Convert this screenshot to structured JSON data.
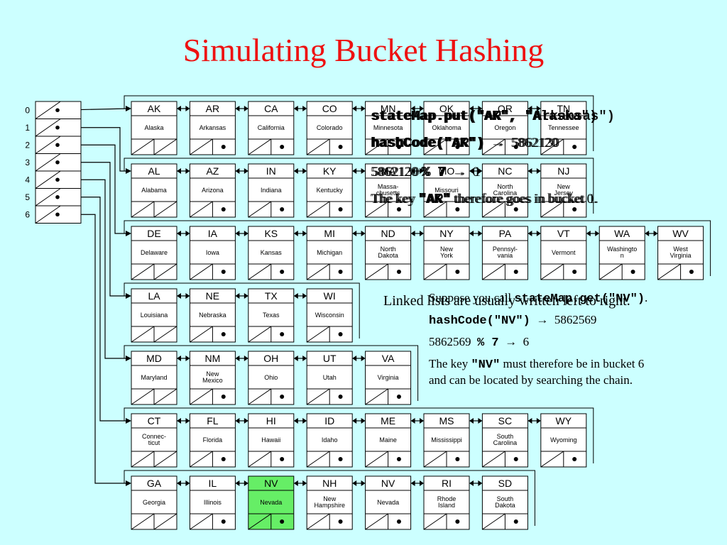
{
  "title": "Simulating Bucket Hashing",
  "colors": {
    "background": "#ccffff",
    "title": "#ee1111",
    "highlight": "#66ee66",
    "text": "#000000"
  },
  "table": {
    "indices": [
      "0",
      "1",
      "2",
      "3",
      "4",
      "5",
      "6"
    ]
  },
  "buckets": [
    [
      {
        "abbr": "AK",
        "name": [
          "Alaska"
        ]
      },
      {
        "abbr": "AR",
        "name": [
          "Arkansas"
        ]
      },
      {
        "abbr": "CA",
        "name": [
          "California"
        ]
      },
      {
        "abbr": "CO",
        "name": [
          "Colorado"
        ]
      },
      {
        "abbr": "MN",
        "name": [
          "Minnesota"
        ]
      },
      {
        "abbr": "OK",
        "name": [
          "Oklahoma"
        ]
      },
      {
        "abbr": "OR",
        "name": [
          "Oregon"
        ]
      },
      {
        "abbr": "TN",
        "name": [
          "Tennessee"
        ]
      }
    ],
    [
      {
        "abbr": "AL",
        "name": [
          "Alabama"
        ]
      },
      {
        "abbr": "AZ",
        "name": [
          "Arizona"
        ]
      },
      {
        "abbr": "IN",
        "name": [
          "Indiana"
        ]
      },
      {
        "abbr": "KY",
        "name": [
          "Kentucky"
        ]
      },
      {
        "abbr": "MA",
        "name": [
          "Massa-",
          "chusetts"
        ]
      },
      {
        "abbr": "MO",
        "name": [
          "Missouri"
        ]
      },
      {
        "abbr": "NC",
        "name": [
          "North",
          "Carolina"
        ]
      },
      {
        "abbr": "NJ",
        "name": [
          "New",
          "Jersey"
        ]
      }
    ],
    [
      {
        "abbr": "DE",
        "name": [
          "Delaware"
        ]
      },
      {
        "abbr": "IA",
        "name": [
          "Iowa"
        ]
      },
      {
        "abbr": "KS",
        "name": [
          "Kansas"
        ]
      },
      {
        "abbr": "MI",
        "name": [
          "Michigan"
        ]
      },
      {
        "abbr": "ND",
        "name": [
          "North",
          "Dakota"
        ]
      },
      {
        "abbr": "NY",
        "name": [
          "New",
          "York"
        ]
      },
      {
        "abbr": "PA",
        "name": [
          "Pennsyl-",
          "vania"
        ]
      },
      {
        "abbr": "VT",
        "name": [
          "Vermont"
        ]
      },
      {
        "abbr": "WA",
        "name": [
          "Washingto",
          "n"
        ]
      },
      {
        "abbr": "WV",
        "name": [
          "West",
          "Virginia"
        ]
      }
    ],
    [
      {
        "abbr": "LA",
        "name": [
          "Louisiana"
        ]
      },
      {
        "abbr": "NE",
        "name": [
          "Nebraska"
        ]
      },
      {
        "abbr": "TX",
        "name": [
          "Texas"
        ]
      },
      {
        "abbr": "WI",
        "name": [
          "Wisconsin"
        ]
      }
    ],
    [
      {
        "abbr": "MD",
        "name": [
          "Maryland"
        ]
      },
      {
        "abbr": "NM",
        "name": [
          "New",
          "Mexico"
        ]
      },
      {
        "abbr": "OH",
        "name": [
          "Ohio"
        ]
      },
      {
        "abbr": "UT",
        "name": [
          "Utah"
        ]
      },
      {
        "abbr": "VA",
        "name": [
          "Virginia"
        ]
      }
    ],
    [
      {
        "abbr": "CT",
        "name": [
          "Connec-",
          "ticut"
        ]
      },
      {
        "abbr": "FL",
        "name": [
          "Florida"
        ]
      },
      {
        "abbr": "HI",
        "name": [
          "Hawaii"
        ]
      },
      {
        "abbr": "ID",
        "name": [
          "Idaho"
        ]
      },
      {
        "abbr": "ME",
        "name": [
          "Maine"
        ]
      },
      {
        "abbr": "MS",
        "name": [
          "Mississippi"
        ]
      },
      {
        "abbr": "SC",
        "name": [
          "South",
          "Carolina"
        ]
      },
      {
        "abbr": "WY",
        "name": [
          "Wyoming"
        ]
      }
    ],
    [
      {
        "abbr": "GA",
        "name": [
          "Georgia"
        ]
      },
      {
        "abbr": "IL",
        "name": [
          "Illinois"
        ]
      },
      {
        "abbr": "NV",
        "name": [
          "Nevada"
        ],
        "highlight": true
      },
      {
        "abbr": "NH",
        "name": [
          "New",
          "Hampshire"
        ]
      },
      {
        "abbr": "NV",
        "name": [
          "Nevada"
        ]
      },
      {
        "abbr": "RI",
        "name": [
          "Rhode",
          "Island"
        ]
      },
      {
        "abbr": "SD",
        "name": [
          "South",
          "Dakota"
        ]
      }
    ]
  ],
  "overlay": {
    "a": {
      "put_prefix": "stateMap.put(",
      "put_args": "\"AK\", \"Alaska\"",
      "put_suffix": ")",
      "hash_call": "hashCode(\"AK\")",
      "hash_value": "5862120",
      "mod_value": "5862120",
      "mod_op": "% 7",
      "result": "0",
      "sentence_start": "The key ",
      "key": "\"AK\"",
      "sentence_end": " therefore goes in bucket 0."
    },
    "b": {
      "put_prefix": "stateMap.put(",
      "put_args": "\"AR\", \"Arkansas\"",
      "put_suffix": ")",
      "hash_call": "hashCode(\"AR\")",
      "hash_value": "5862130",
      "mod_value": "5862130",
      "mod_op": "% 7",
      "result": "1",
      "sentence_start": "The key ",
      "key": "\"AR\"",
      "sentence_end": " therefore goes in bucket 1."
    }
  },
  "panel": {
    "ghost_text": "Linked lists are usually written left to right.",
    "suppose_start": "Suppose you call ",
    "suppose_code": "stateMap.get(\"NV\")",
    "suppose_end": ".",
    "hash_call": "hashCode(\"NV\")",
    "hash_value": "5862569",
    "mod_value": "5862569",
    "mod_op": "% 7",
    "mod_result": "6",
    "conclusion_start": "The key ",
    "conclusion_key": "\"NV\"",
    "conclusion_mid": " must therefore be in bucket 6",
    "conclusion_end": "and can be located by searching the chain."
  }
}
